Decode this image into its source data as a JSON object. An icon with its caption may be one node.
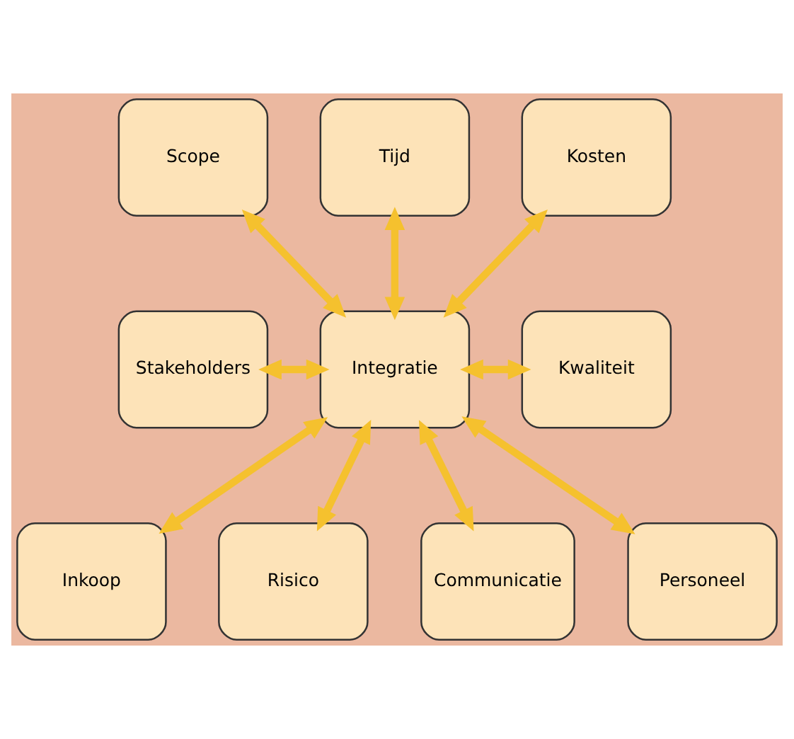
{
  "diagram": {
    "nodes": [
      {
        "text": [
          "Scope"
        ]
      },
      {
        "text": [
          "Tijd"
        ]
      },
      {
        "text": [
          "Kosten"
        ]
      },
      {
        "text": [
          "Stakeholders"
        ]
      },
      {
        "text": [
          "Integratie"
        ]
      },
      {
        "text": [
          "Kwaliteit"
        ]
      },
      {
        "text": [
          "Inkoop"
        ]
      },
      {
        "text": [
          "Risico"
        ]
      },
      {
        "text": [
          "Communicatie"
        ]
      },
      {
        "text": [
          "Personeel"
        ]
      }
    ],
    "edges": [
      {
        "from": 0,
        "to": 4,
        "arrow": "both"
      },
      {
        "from": 1,
        "to": 4,
        "arrow": "both"
      },
      {
        "from": 2,
        "to": 4,
        "arrow": "both"
      },
      {
        "from": 3,
        "to": 4,
        "arrow": "both"
      },
      {
        "from": 4,
        "to": 5,
        "arrow": "both"
      },
      {
        "from": 4,
        "to": 6,
        "arrow": "both"
      },
      {
        "from": 4,
        "to": 7,
        "arrow": "both"
      },
      {
        "from": 4,
        "to": 8,
        "arrow": "both"
      },
      {
        "from": 4,
        "to": 9,
        "arrow": "both"
      }
    ]
  }
}
